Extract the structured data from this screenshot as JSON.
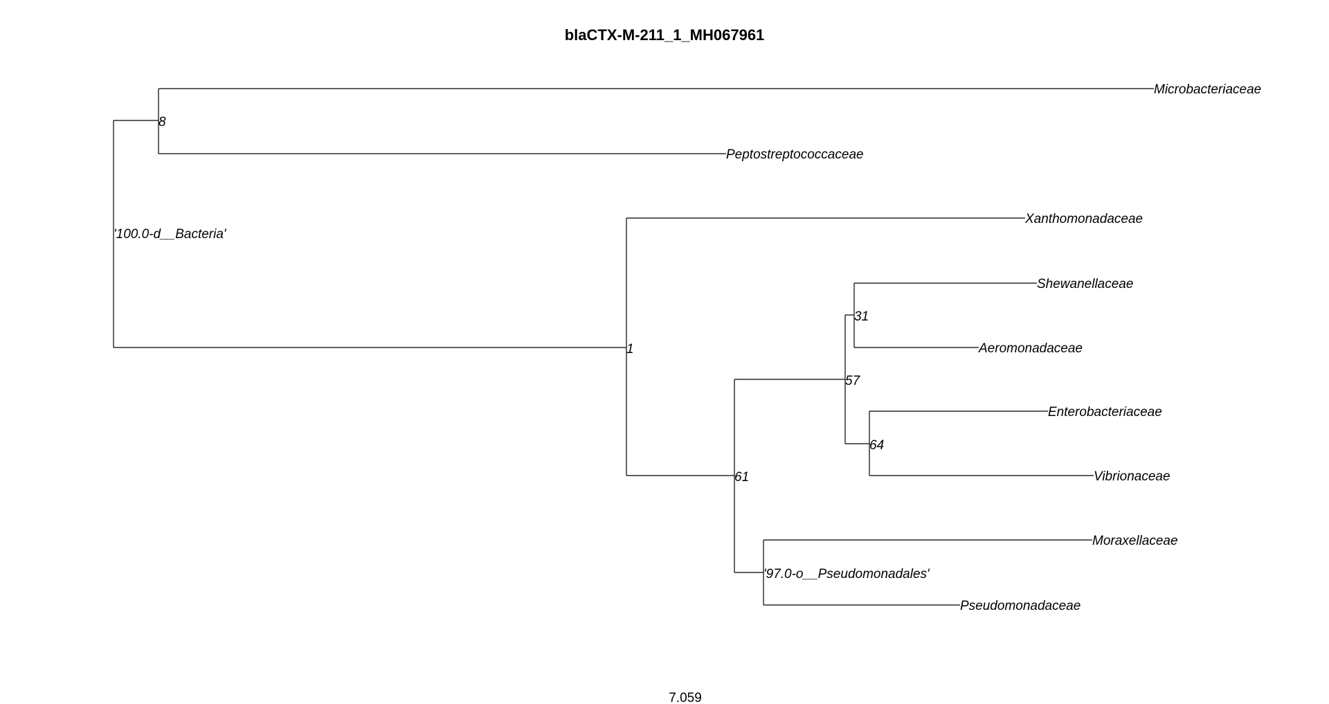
{
  "title": "blaCTX-M-211_1_MH067961",
  "scale_label": "7.059",
  "tips": {
    "microbacteriaceae": "Microbacteriaceae",
    "peptostreptococcaceae": "Peptostreptococcaceae",
    "xanthomonadaceae": "Xanthomonadaceae",
    "shewanellaceae": "Shewanellaceae",
    "aeromonadaceae": "Aeromonadaceae",
    "enterobacteriaceae": "Enterobacteriaceae",
    "vibrionaceae": "Vibrionaceae",
    "moraxellaceae": "Moraxellaceae",
    "pseudomonadaceae": "Pseudomonadaceae"
  },
  "nodes": {
    "root": "'100.0-d__Bacteria'",
    "n8": "8",
    "n1": "1",
    "n61": "61",
    "n57": "57",
    "n31": "31",
    "n64": "64",
    "pseudomonadales": "'97.0-o__Pseudomonadales'"
  }
}
